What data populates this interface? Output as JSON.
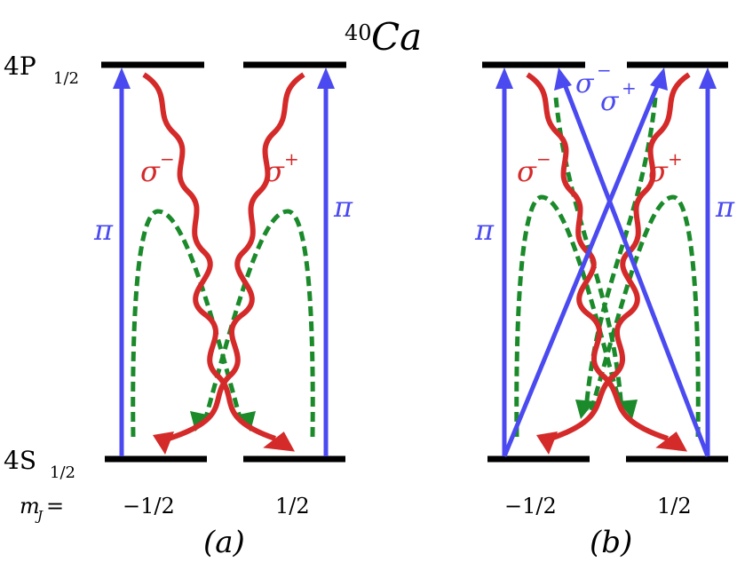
{
  "title": {
    "superscript": "40",
    "element": "Ca"
  },
  "levels": {
    "upper": {
      "main": "4P",
      "sub": "1/2"
    },
    "lower": {
      "main": "4S",
      "sub": "1/2"
    }
  },
  "mj": {
    "label_main": "m",
    "label_sub": "J",
    "label_eq": " =",
    "minus_half": "−1/2",
    "plus_half": "1/2"
  },
  "panels": [
    {
      "label": "(a)"
    },
    {
      "label": "(b)"
    }
  ],
  "transitions": {
    "pi": "π",
    "sigma_minus": {
      "base": "σ",
      "sup": "−"
    },
    "sigma_plus": {
      "base": "σ",
      "sup": "+"
    }
  },
  "colors": {
    "level": "#000000",
    "laser": "#4a4af0",
    "emission": "#d42a2a",
    "repump": "#1a8a2a"
  }
}
